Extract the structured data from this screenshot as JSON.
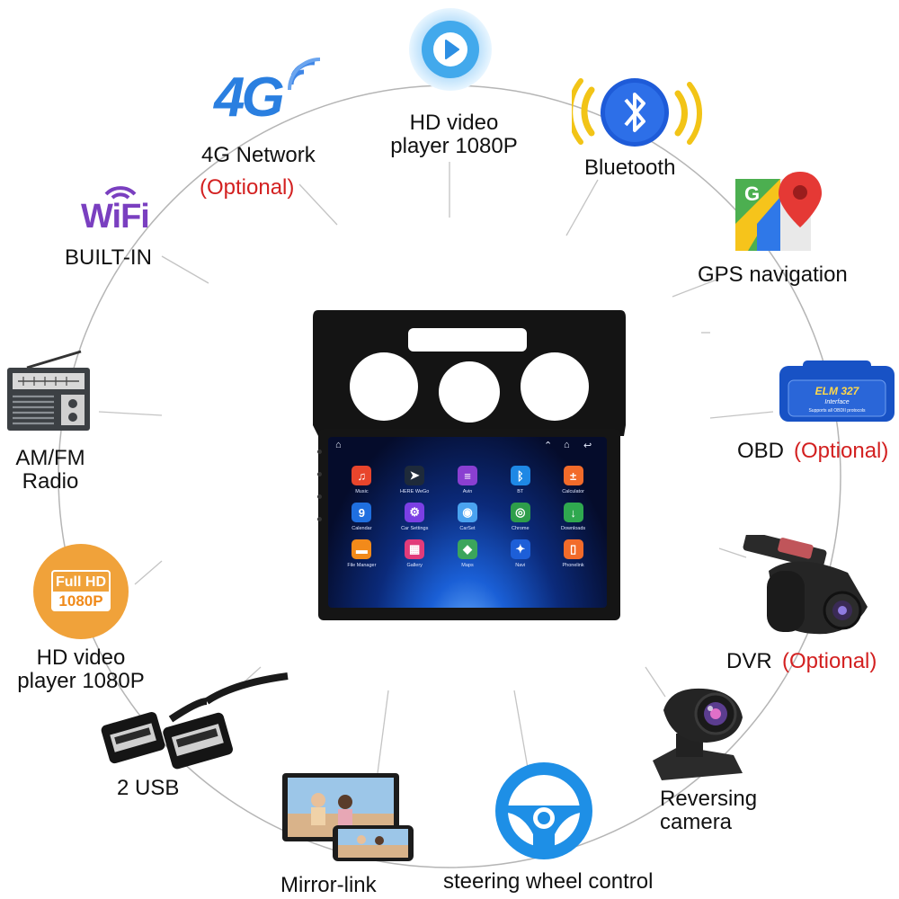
{
  "features": {
    "hd_video_top": "HD video\nplayer 1080P",
    "g4_logo": "4G",
    "g4_label": "4G Network",
    "g4_optional": "(Optional)",
    "bluetooth_label": "Bluetooth",
    "wifi_logo": "WiFi",
    "wifi_label": "BUILT-IN",
    "gps_label": "GPS navigation",
    "amfm_label": "AM/FM\nRadio",
    "obd_label": "OBD",
    "obd_optional": "(Optional)",
    "obd_device_text_1": "ELM 327",
    "obd_device_text_2": "Interface",
    "obd_device_text_3": "Supports all OBDII protocols",
    "fullhd_badge_1": "Full HD",
    "fullhd_badge_2": "1080P",
    "hd_video_left": "HD video\nplayer 1080P",
    "dvr_label": "DVR",
    "dvr_optional": "(Optional)",
    "usb_label": "2 USB",
    "reversing_label": "Reversing\ncamera",
    "mirror_label": "Mirror-link",
    "steering_label": "steering wheel control"
  },
  "head_unit": {
    "apps": [
      {
        "label": "Music",
        "icon": "music-icon",
        "color": "#e8452c",
        "glyph": "♫"
      },
      {
        "label": "HERE WeGo",
        "icon": "navigation-arrow-icon",
        "color": "#1e2a3a",
        "glyph": "➤"
      },
      {
        "label": "Avin",
        "icon": "equalizer-icon",
        "color": "#8a3fd1",
        "glyph": "≡"
      },
      {
        "label": "BT",
        "icon": "bluetooth-icon",
        "color": "#1e88e5",
        "glyph": "ᛒ"
      },
      {
        "label": "Calculator",
        "icon": "calculator-icon",
        "color": "#f26b2a",
        "glyph": "±"
      },
      {
        "label": "Calendar",
        "icon": "calendar-icon",
        "color": "#1f6fe0",
        "glyph": "9"
      },
      {
        "label": "Car Settings",
        "icon": "gear-icon",
        "color": "#7b3fe4",
        "glyph": "⚙"
      },
      {
        "label": "CarSet",
        "icon": "car-icon",
        "color": "#4aa3f0",
        "glyph": "◉"
      },
      {
        "label": "Chrome",
        "icon": "chrome-icon",
        "color": "#2e9e4a",
        "glyph": "◎"
      },
      {
        "label": "Downloads",
        "icon": "download-icon",
        "color": "#2fa84f",
        "glyph": "↓"
      },
      {
        "label": "File Manager",
        "icon": "folder-icon",
        "color": "#f28a1a",
        "glyph": "▬"
      },
      {
        "label": "Gallery",
        "icon": "gallery-icon",
        "color": "#e23b7a",
        "glyph": "▦"
      },
      {
        "label": "Maps",
        "icon": "map-icon",
        "color": "#3ba55c",
        "glyph": "◆"
      },
      {
        "label": "Navi",
        "icon": "compass-icon",
        "color": "#1d5fd8",
        "glyph": "✦"
      },
      {
        "label": "Phonelink",
        "icon": "phone-link-icon",
        "color": "#f26b2a",
        "glyph": "▯"
      }
    ]
  },
  "colors": {
    "accent_red": "#d32020",
    "circle_gray": "#9a9a9a",
    "bluetooth_blue": "#1e5bd8",
    "bluetooth_yellow": "#f2c417",
    "fullhd_orange": "#f0a23a",
    "wifi_purple": "#7a3fc0",
    "g4_blue": "#2a7fe0",
    "steering_blue": "#1e8fe6"
  }
}
